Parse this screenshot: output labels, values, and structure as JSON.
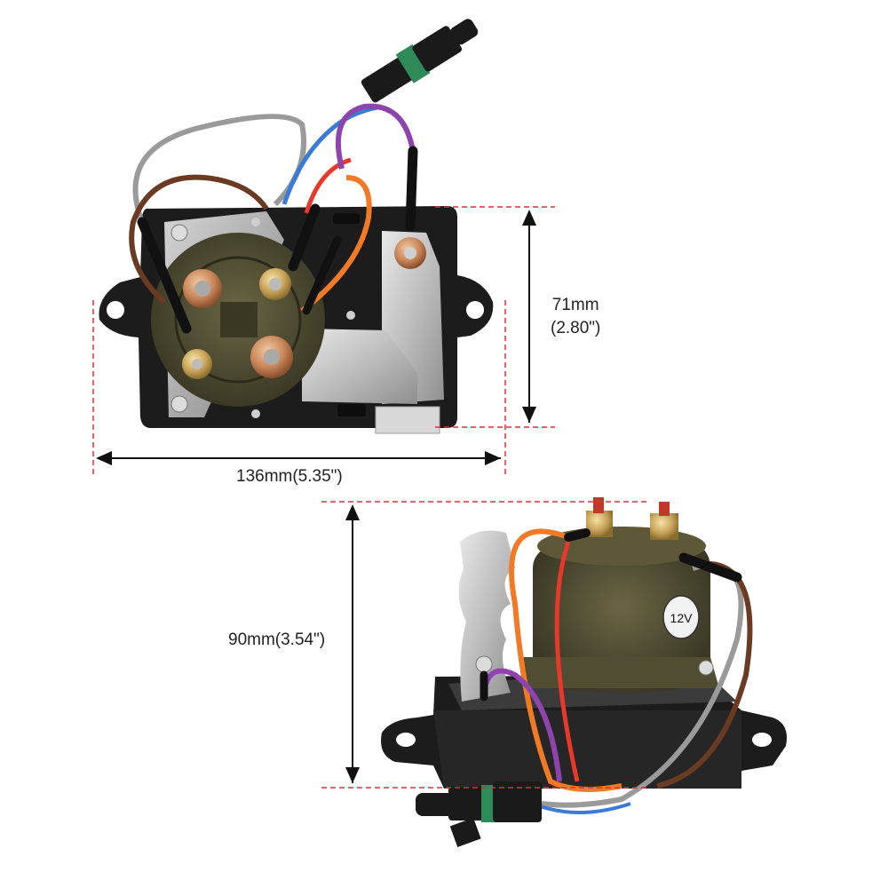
{
  "dimensions": {
    "width": "136mm(5.35\")",
    "height_mm": "71mm",
    "height_in": "(2.80\")",
    "depth": "90mm(3.54\")"
  },
  "solenoid_badge": "12V",
  "colors": {
    "dimension_guide": "#d9303a",
    "arrow": "#111111",
    "housing": "#1c1c1c",
    "coil": "#4d4a32",
    "bracket": "#c9c9c9",
    "copper": "#c9865a",
    "wire_gray": "#9a9a9a",
    "wire_brown": "#6b3a22",
    "wire_blue": "#3a7bd5",
    "wire_red": "#e8372b",
    "wire_orange": "#f07a25",
    "wire_purple": "#8e44ad",
    "connector_green": "#2e8b57"
  }
}
